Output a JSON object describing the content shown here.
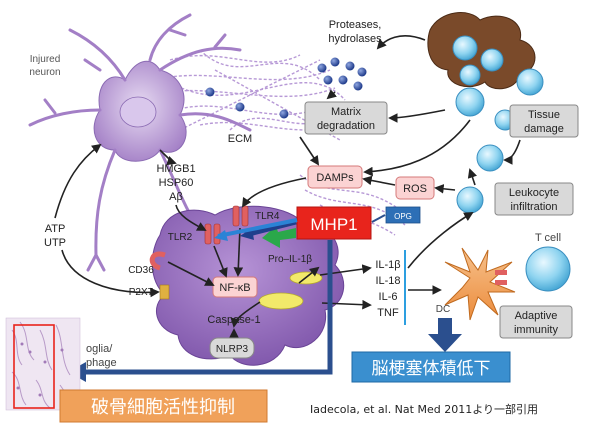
{
  "labels": {
    "injured_neuron_1": "Injured",
    "injured_neuron_2": "neuron",
    "proteases_1": "Proteases,",
    "proteases_2": "hydrolases",
    "ecm": "ECM",
    "matrix_1": "Matrix",
    "matrix_2": "degradation",
    "tissue_1": "Tissue",
    "tissue_2": "damage",
    "hmgb1": "HMGB1",
    "hsp60": "HSP60",
    "abeta": "Aβ",
    "damps": "DAMPs",
    "ros": "ROS",
    "leuko_1": "Leukocyte",
    "leuko_2": "infiltration",
    "atp": "ATP",
    "utp": "UTP",
    "tlr4": "TLR4",
    "tlr2": "TLR2",
    "mhp1": "MHP1",
    "opg": "OPG",
    "pro_il1b": "Pro–IL-1β",
    "il1b": "IL-1β",
    "il18": "IL-18",
    "il6": "IL-6",
    "tnf": "TNF",
    "tcell": "T cell",
    "cd36": "CD36",
    "p2x7": "P2X7",
    "nfkb": "NF-κB",
    "caspase": "Caspase-1",
    "nlrp3": "NLRP3",
    "microglia_1": "oglia/",
    "microglia_2": "phage",
    "dc": "DC",
    "adaptive_1": "Adaptive",
    "adaptive_2": "immunity",
    "infarct": "脳梗塞体積低下",
    "osteoclast": "破骨細胞活性抑制",
    "citation": "Iadecola, et al. Nat Med 2011より一部引用"
  },
  "colors": {
    "mhp1_red": "#e8241c",
    "dark_blue": "#2b4f8e",
    "opg_blue": "#2d6fb6",
    "infarct_teal": "#3a8fcf",
    "osteoclast_orange": "#f0a15a",
    "microglia_purple": "#8c66b5",
    "neuron_purple": "#a889c9",
    "cell_cyan": "#8fd4f0",
    "damps_pink": "#fbd3d3",
    "gray_box": "#d9d9d9"
  }
}
